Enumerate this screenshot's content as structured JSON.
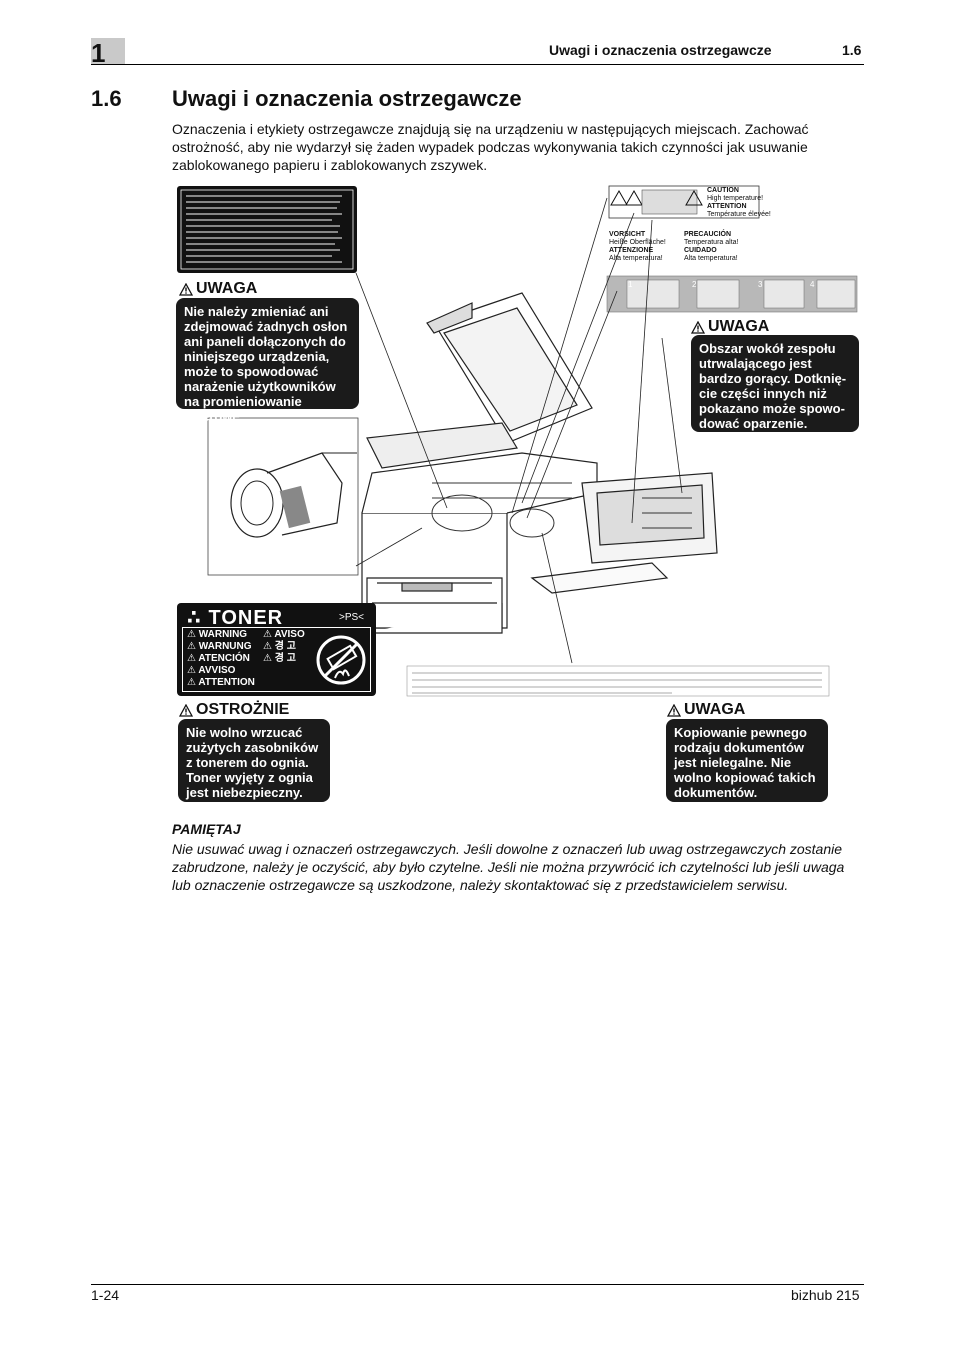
{
  "header": {
    "chapter_number": "1",
    "title": "Uwagi i oznaczenia ostrzegawcze",
    "section": "1.6"
  },
  "section": {
    "number": "1.6",
    "title": "Uwagi i oznaczenia ostrzegawcze",
    "intro": "Oznaczenia i etykiety ostrzegawcze znajdują się na urządzeniu w następujących miejscach. Zachować ostrożność, aby nie wydarzył się żaden wypadek podczas wykonywania takich czynności jak usuwanie zablokowanego papieru i zablokowanych zszywek."
  },
  "callouts": {
    "laser": {
      "title": "UWAGA",
      "text": "Nie należy zmieniać ani zdejmować żadnych osłon ani paneli dołączonych do niniejszego urządzenia, może to spowodować narażenie użytkowników na promieniowanie laserowe."
    },
    "fuser": {
      "title": "UWAGA",
      "text": "Obszar wokół zespołu utrwalającego jest bardzo gorący. Dotknię-cie części innych niż pokazano może spowo-dować oparzenie."
    },
    "toner": {
      "title": "OSTROŻNIE",
      "text": "Nie wolno wrzucać zużytych zasobników z tonerem do ognia. Toner wyjęty z ognia jest niebezpieczny."
    },
    "copy": {
      "title": "UWAGA",
      "text": "Kopiowanie pewnego rodzaju dokumentów jest nielegalne. Nie wolno kopiować takich dokumentów."
    }
  },
  "labels": {
    "hot": {
      "caution": "CAUTION",
      "caution_sub": "High temperature!",
      "attention": "ATTENTION",
      "attention_sub": "Température élevée!",
      "vorsicht": "VORSICHT",
      "vorsicht_sub": "Heiße Oberfläche!",
      "precaucion": "PRECAUCIÓN",
      "precaucion_sub": "Temperatura alta!",
      "attenzione": "ATTENZIONE",
      "attenzione_sub": "Alta temperatura!",
      "cuidado": "CUIDADO",
      "cuidado_sub": "Alta temperatura!"
    },
    "steps": [
      "1",
      "2",
      "3",
      "4"
    ],
    "toner": {
      "title": "TONER",
      "ps": ">PS<",
      "left_col": [
        "WARNING",
        "WARNUNG",
        "ATENCIÓN",
        "AVVISO",
        "ATTENTION"
      ],
      "right_col": [
        "AVISO",
        "경 고",
        "경 고"
      ]
    }
  },
  "note": {
    "title": "PAMIĘTAJ",
    "text": "Nie usuwać uwag i oznaczeń ostrzegawczych. Jeśli dowolne z oznaczeń lub uwag ostrzegawczych zostanie zabrudzone, należy je oczyścić, aby było czytelne. Jeśli nie można przywrócić ich czytelności lub jeśli uwaga lub oznaczenie ostrzegawcze są uszkodzone, należy skontaktować się z przedstawicielem serwisu."
  },
  "footer": {
    "page": "1-24",
    "product": "bizhub 215"
  }
}
